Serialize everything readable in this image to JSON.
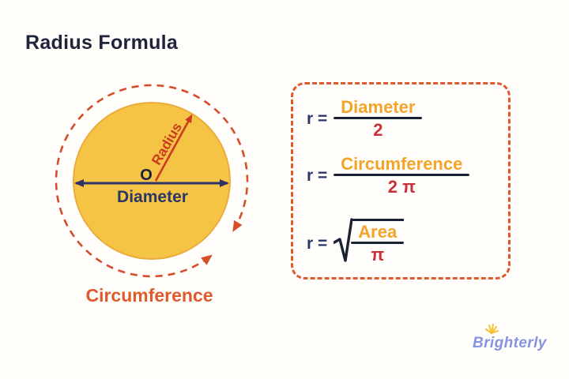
{
  "title": "Radius Formula",
  "diagram": {
    "center_label": "O",
    "radius_label": "Radius",
    "diameter_label": "Diameter",
    "circumference_label": "Circumference"
  },
  "formulas": {
    "lhs": "r =",
    "rows": [
      {
        "numerator": "Diameter",
        "denominator": "2",
        "has_sqrt": false
      },
      {
        "numerator": "Circumference",
        "denominator": "2 π",
        "has_sqrt": false
      },
      {
        "numerator": "Area",
        "denominator": "π",
        "has_sqrt": true
      }
    ]
  },
  "logo": {
    "text": "Brighterly"
  },
  "colors": {
    "navy_title": "#20243a",
    "blue_text": "#2b3666",
    "fraction_bar": "#1c2236",
    "orange_word": "#f4a428",
    "red_symbol": "#c8303a",
    "orange_red_label": "#de5a2c",
    "dash_circle_red": "#d54c2a",
    "radius_red": "#cc3a20",
    "circle_fill": "#f5c445",
    "circle_edge": "#ebab3f",
    "logo_blue": "#8694dd",
    "sun_yellow": "#f4c22e"
  }
}
